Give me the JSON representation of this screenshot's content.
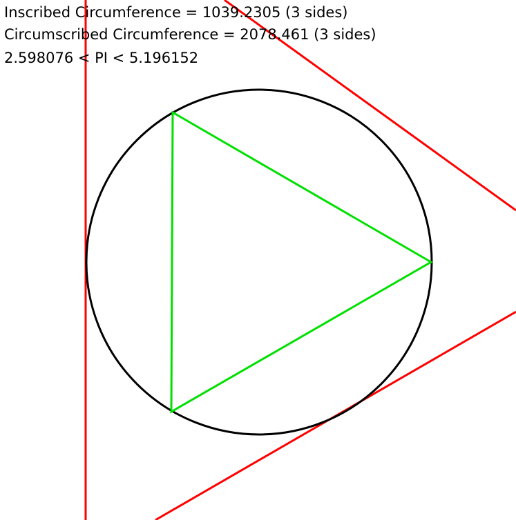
{
  "readout": {
    "inscribed_text": "Inscribed Circumference = 1039.2305 (3 sides)",
    "circumscribed_text": "Circumscribed Circumference = 2078.461 (3 sides)",
    "pi_bounds_text": "2.598076 < PI < 5.196152"
  },
  "diagram": {
    "sides": 3,
    "colors": {
      "circle": "#000000",
      "inscribed_polygon": "#00e000",
      "circumscribed_polygon": "#ff0000",
      "background": "#ffffff",
      "text": "#000000"
    }
  }
}
